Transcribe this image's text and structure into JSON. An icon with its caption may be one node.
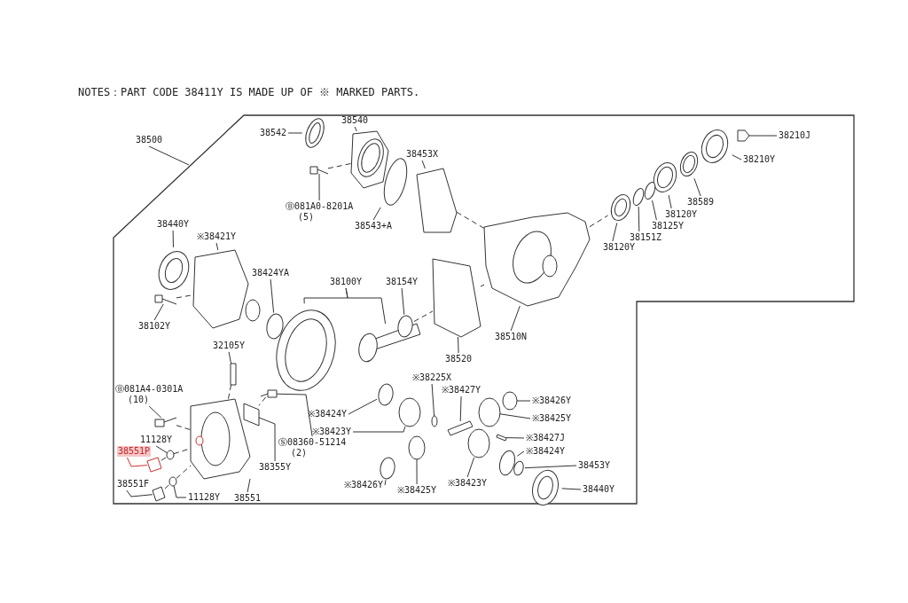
{
  "diagram": {
    "nodes": [
      {
        "text": [
          "38500"
        ]
      },
      {
        "text": [
          "38542"
        ]
      },
      {
        "text": [
          "38540"
        ]
      },
      {
        "text": [
          "Ⓑ081A0-8201A",
          "(5)"
        ]
      },
      {
        "text": [
          "38453X"
        ]
      },
      {
        "text": [
          "38543+A"
        ]
      },
      {
        "text": [
          "38210J"
        ]
      },
      {
        "text": [
          "38210Y"
        ]
      },
      {
        "text": [
          "38589"
        ]
      },
      {
        "text": [
          "38120Y"
        ]
      },
      {
        "text": [
          "38125Y"
        ]
      },
      {
        "text": [
          "38151Z"
        ]
      },
      {
        "text": [
          "38120Y"
        ]
      },
      {
        "text": [
          "38440Y"
        ]
      },
      {
        "text": [
          "※38421Y"
        ]
      },
      {
        "text": [
          "38102Y"
        ]
      },
      {
        "text": [
          "38424YA"
        ]
      },
      {
        "text": [
          "38100Y"
        ]
      },
      {
        "text": [
          "38154Y"
        ]
      },
      {
        "text": [
          "38510N"
        ]
      },
      {
        "text": [
          "38520"
        ]
      },
      {
        "text": [
          "32105Y"
        ]
      },
      {
        "text": [
          "Ⓑ081A4-0301A",
          "(10)"
        ]
      },
      {
        "text": [
          "11128Y"
        ]
      },
      {
        "text": [
          "38551P"
        ]
      },
      {
        "text": [
          "38551F"
        ]
      },
      {
        "text": [
          "11128Y"
        ]
      },
      {
        "text": [
          "38551"
        ]
      },
      {
        "text": [
          "38355Y"
        ]
      },
      {
        "text": [
          "Ⓢ08360-51214",
          "(2)"
        ]
      },
      {
        "text": [
          "※38424Y"
        ]
      },
      {
        "text": [
          "※38423Y"
        ]
      },
      {
        "text": [
          "※38426Y"
        ]
      },
      {
        "text": [
          "※38425Y"
        ]
      },
      {
        "text": [
          "※38225X"
        ]
      },
      {
        "text": [
          "※38427Y"
        ]
      },
      {
        "text": [
          "※38426Y"
        ]
      },
      {
        "text": [
          "※38425Y"
        ]
      },
      {
        "text": [
          "※38427J"
        ]
      },
      {
        "text": [
          "※38424Y"
        ]
      },
      {
        "text": [
          "※38423Y"
        ]
      },
      {
        "text": [
          "38453Y"
        ]
      },
      {
        "text": [
          "38440Y"
        ]
      },
      {
        "text": [],
        "shape": "picture"
      },
      {
        "text": [],
        "shape": "picture"
      },
      {
        "text": [],
        "shape": "picture"
      },
      {
        "text": [],
        "shape": "box"
      },
      {
        "text": [],
        "shape": "circle"
      },
      {
        "text": [],
        "shape": "box"
      },
      {
        "text": [],
        "shape": "picture"
      },
      {
        "text": [],
        "shape": "picture"
      },
      {
        "text": [],
        "shape": "picture"
      },
      {
        "text": [],
        "shape": "circle"
      },
      {
        "text": [],
        "shape": "circle"
      },
      {
        "text": [],
        "shape": "picture"
      },
      {
        "text": [],
        "shape": "picture"
      },
      {
        "text": [],
        "shape": "picture"
      },
      {
        "text": [],
        "shape": "picture"
      },
      {
        "text": [],
        "shape": "circle"
      },
      {
        "text": [],
        "shape": "picture"
      },
      {
        "text": [],
        "shape": "picture"
      },
      {
        "text": [],
        "shape": "circle"
      },
      {
        "text": [],
        "shape": "picture"
      },
      {
        "text": [],
        "shape": "box"
      },
      {
        "text": [],
        "shape": "box"
      },
      {
        "text": [],
        "shape": "picture"
      },
      {
        "text": [],
        "shape": "circle"
      },
      {
        "text": [],
        "shape": "box"
      },
      {
        "text": [],
        "shape": "box"
      },
      {
        "text": [],
        "shape": "circle"
      },
      {
        "text": [],
        "shape": "picture"
      },
      {
        "text": [],
        "shape": "box"
      },
      {
        "text": [],
        "shape": "picture"
      },
      {
        "text": [],
        "shape": "circle"
      },
      {
        "text": [],
        "shape": "circle"
      },
      {
        "text": [],
        "shape": "circle"
      },
      {
        "text": [],
        "shape": "circle"
      },
      {
        "text": [],
        "shape": "circle"
      },
      {
        "text": [],
        "shape": "box"
      },
      {
        "text": [],
        "shape": "circle"
      },
      {
        "text": [],
        "shape": "circle"
      },
      {
        "text": [],
        "shape": "box"
      },
      {
        "text": [],
        "shape": "circle"
      },
      {
        "text": [],
        "shape": "circle"
      },
      {
        "text": [],
        "shape": "circle"
      },
      {
        "text": [],
        "shape": "picture"
      }
    ],
    "edges": [
      {
        "from": 0,
        "to": null,
        "arrow": "none"
      },
      {
        "from": 1,
        "to": 43,
        "arrow": "none"
      },
      {
        "from": 2,
        "to": 44,
        "arrow": "none"
      },
      {
        "from": 3,
        "to": 45,
        "arrow": "none"
      },
      {
        "from": 4,
        "to": 46,
        "arrow": "none"
      },
      {
        "from": 5,
        "to": 47,
        "arrow": "none"
      },
      {
        "from": 6,
        "to": 48,
        "arrow": "none"
      },
      {
        "from": 7,
        "to": 49,
        "arrow": "none"
      },
      {
        "from": 8,
        "to": 50,
        "arrow": "none"
      },
      {
        "from": 9,
        "to": 51,
        "arrow": "none"
      },
      {
        "from": 10,
        "to": 52,
        "arrow": "none"
      },
      {
        "from": 11,
        "to": 53,
        "arrow": "none"
      },
      {
        "from": 12,
        "to": 54,
        "arrow": "none"
      },
      {
        "from": 13,
        "to": 55,
        "arrow": "none"
      },
      {
        "from": 14,
        "to": 56,
        "arrow": "none"
      },
      {
        "from": 15,
        "to": 57,
        "arrow": "none"
      },
      {
        "from": 16,
        "to": 58,
        "arrow": "none"
      },
      {
        "from": 17,
        "to": 59,
        "arrow": "none"
      },
      {
        "from": 17,
        "to": 60,
        "arrow": "none"
      },
      {
        "from": 18,
        "to": 61,
        "arrow": "none"
      },
      {
        "from": 19,
        "to": 62,
        "arrow": "none"
      },
      {
        "from": 20,
        "to": 63,
        "arrow": "none"
      },
      {
        "from": 21,
        "to": 64,
        "arrow": "none"
      },
      {
        "from": 22,
        "to": 65,
        "arrow": "none"
      },
      {
        "from": 23,
        "to": 66,
        "arrow": "none"
      },
      {
        "from": 24,
        "to": 67,
        "arrow": "none",
        "color": "#d03030"
      },
      {
        "from": 25,
        "to": 68,
        "arrow": "none"
      },
      {
        "from": 26,
        "to": 69,
        "arrow": "none"
      },
      {
        "from": 27,
        "to": 70,
        "arrow": "none"
      },
      {
        "from": 28,
        "to": 71,
        "arrow": "none"
      },
      {
        "from": 29,
        "to": 72,
        "arrow": "none"
      },
      {
        "from": 30,
        "to": 73,
        "arrow": "none"
      },
      {
        "from": 31,
        "to": 74,
        "arrow": "none"
      },
      {
        "from": 32,
        "to": 75,
        "arrow": "none"
      },
      {
        "from": 33,
        "to": 76,
        "arrow": "none"
      },
      {
        "from": 34,
        "to": 77,
        "arrow": "none"
      },
      {
        "from": 35,
        "to": 78,
        "arrow": "none"
      },
      {
        "from": 36,
        "to": 79,
        "arrow": "none"
      },
      {
        "from": 37,
        "to": 80,
        "arrow": "none"
      },
      {
        "from": 38,
        "to": 81,
        "arrow": "none"
      },
      {
        "from": 39,
        "to": 82,
        "arrow": "none"
      },
      {
        "from": 40,
        "to": 83,
        "arrow": "none"
      },
      {
        "from": 41,
        "to": 84,
        "arrow": "none"
      },
      {
        "from": 42,
        "to": 85,
        "arrow": "none"
      },
      {
        "from": 45,
        "to": 44,
        "arrow": "none",
        "style": "dashed"
      },
      {
        "from": 46,
        "to": 62,
        "arrow": "none",
        "style": "dashed"
      },
      {
        "from": 62,
        "to": 54,
        "arrow": "none",
        "style": "dashed"
      },
      {
        "from": 57,
        "to": 56,
        "arrow": "none",
        "style": "dashed"
      },
      {
        "from": 61,
        "to": 63,
        "arrow": "none",
        "style": "dashed"
      },
      {
        "from": 63,
        "to": 62,
        "arrow": "none",
        "style": "dashed"
      },
      {
        "from": 64,
        "to": 70,
        "arrow": "none",
        "style": "dashed"
      },
      {
        "from": 65,
        "to": 70,
        "arrow": "none",
        "style": "dashed"
      },
      {
        "from": 67,
        "to": 66,
        "arrow": "none",
        "style": "dashed"
      },
      {
        "from": 66,
        "to": 70,
        "arrow": "none",
        "style": "dashed"
      },
      {
        "from": 68,
        "to": 69,
        "arrow": "none",
        "style": "dashed"
      },
      {
        "from": 69,
        "to": 70,
        "arrow": "none",
        "style": "dashed"
      },
      {
        "from": 72,
        "to": 71,
        "arrow": "none",
        "style": "dashed"
      }
    ],
    "labels": [
      "NOTES：PART CODE 38411Y IS MADE UP OF ※ MARKED PARTS."
    ]
  }
}
